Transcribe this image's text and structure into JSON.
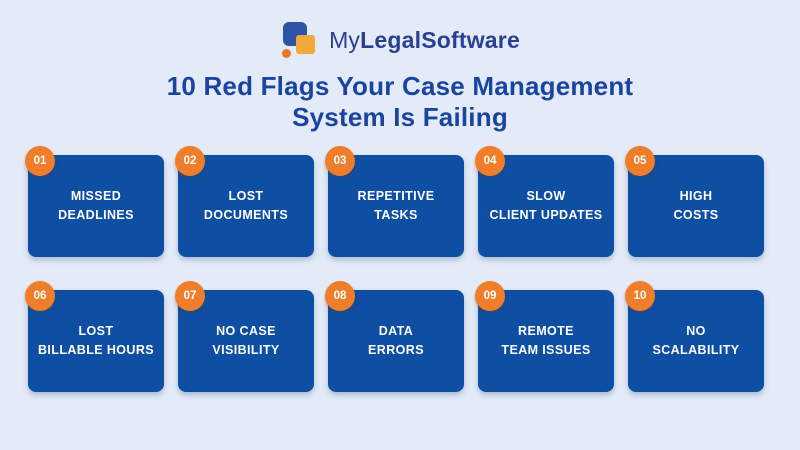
{
  "page": {
    "background_color": "#e3ebf8"
  },
  "logo": {
    "text_regular": "My",
    "text_bold": "LegalSoftware",
    "text_color": "#2b3f92",
    "icon_colors": {
      "blue_square": "#2d54a7",
      "yellow_square": "#f2a93b",
      "orange_dot": "#e8772b"
    }
  },
  "title": {
    "text": "10 Red Flags Your Case Management\nSystem Is Failing",
    "color": "#1a44a0"
  },
  "colors": {
    "card_blue": "#0e4ea3",
    "badge_orange": "#ef7d29",
    "card_text": "#ffffff"
  },
  "cards": [
    {
      "number": "01",
      "label": "MISSED\nDEADLINES"
    },
    {
      "number": "02",
      "label": "LOST\nDOCUMENTS"
    },
    {
      "number": "03",
      "label": "REPETITIVE\nTASKS"
    },
    {
      "number": "04",
      "label": "SLOW\nCLIENT UPDATES"
    },
    {
      "number": "05",
      "label": "HIGH\nCOSTS"
    },
    {
      "number": "06",
      "label": "LOST\nBILLABLE HOURS"
    },
    {
      "number": "07",
      "label": "NO CASE\nVISIBILITY"
    },
    {
      "number": "08",
      "label": "DATA\nERRORS"
    },
    {
      "number": "09",
      "label": "REMOTE\nTEAM ISSUES"
    },
    {
      "number": "10",
      "label": "NO\nSCALABILITY"
    }
  ]
}
